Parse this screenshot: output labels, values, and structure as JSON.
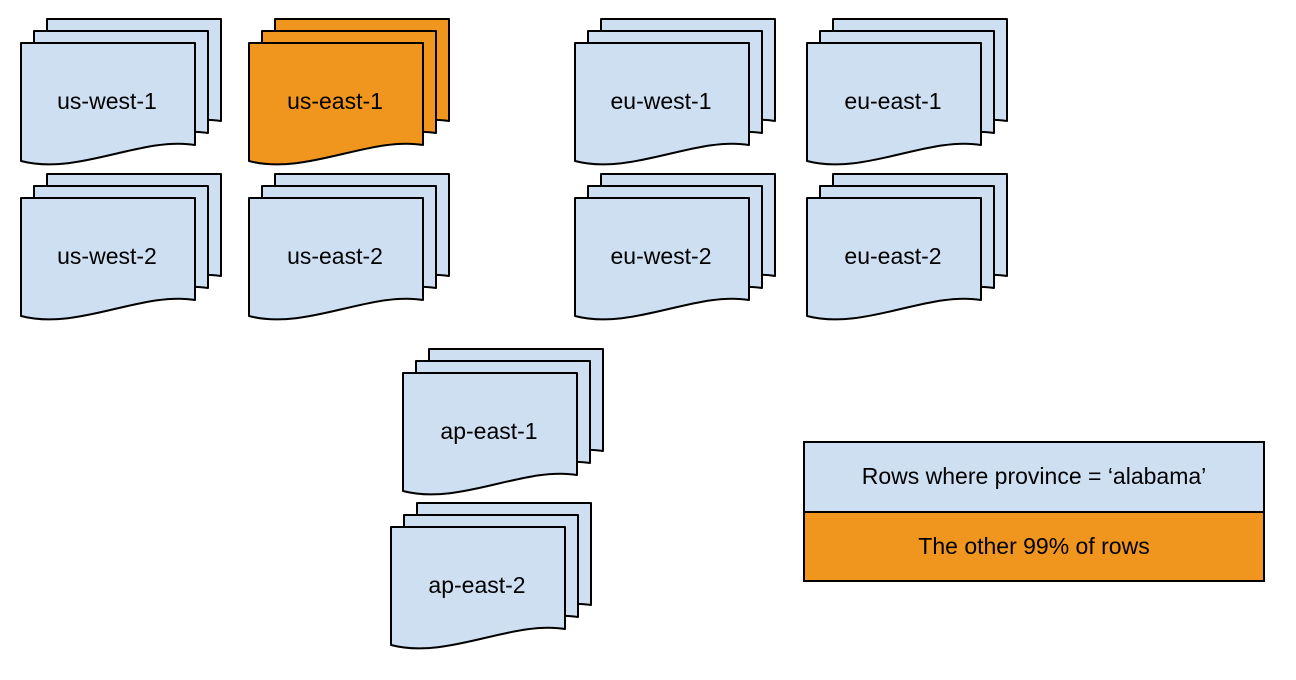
{
  "diagram": {
    "stacks": [
      {
        "id": "us-west-1",
        "label": "us-west-1",
        "highlighted": false
      },
      {
        "id": "us-east-1",
        "label": "us-east-1",
        "highlighted": true
      },
      {
        "id": "eu-west-1",
        "label": "eu-west-1",
        "highlighted": false
      },
      {
        "id": "eu-east-1",
        "label": "eu-east-1",
        "highlighted": false
      },
      {
        "id": "us-west-2",
        "label": "us-west-2",
        "highlighted": false
      },
      {
        "id": "us-east-2",
        "label": "us-east-2",
        "highlighted": false
      },
      {
        "id": "eu-west-2",
        "label": "eu-west-2",
        "highlighted": false
      },
      {
        "id": "eu-east-2",
        "label": "eu-east-2",
        "highlighted": false
      },
      {
        "id": "ap-east-1",
        "label": "ap-east-1",
        "highlighted": false
      },
      {
        "id": "ap-east-2",
        "label": "ap-east-2",
        "highlighted": false
      }
    ],
    "legend": {
      "items": [
        {
          "label": "Rows where province = ‘alabama’",
          "swatch": "region"
        },
        {
          "label": "The other 99% of rows",
          "swatch": "highlight"
        }
      ]
    },
    "colors": {
      "region_fill": "#CEDFF2",
      "highlight_fill": "#F0961E",
      "stroke": "#000000",
      "background": "#FFFFFF",
      "text": "#000000"
    }
  }
}
